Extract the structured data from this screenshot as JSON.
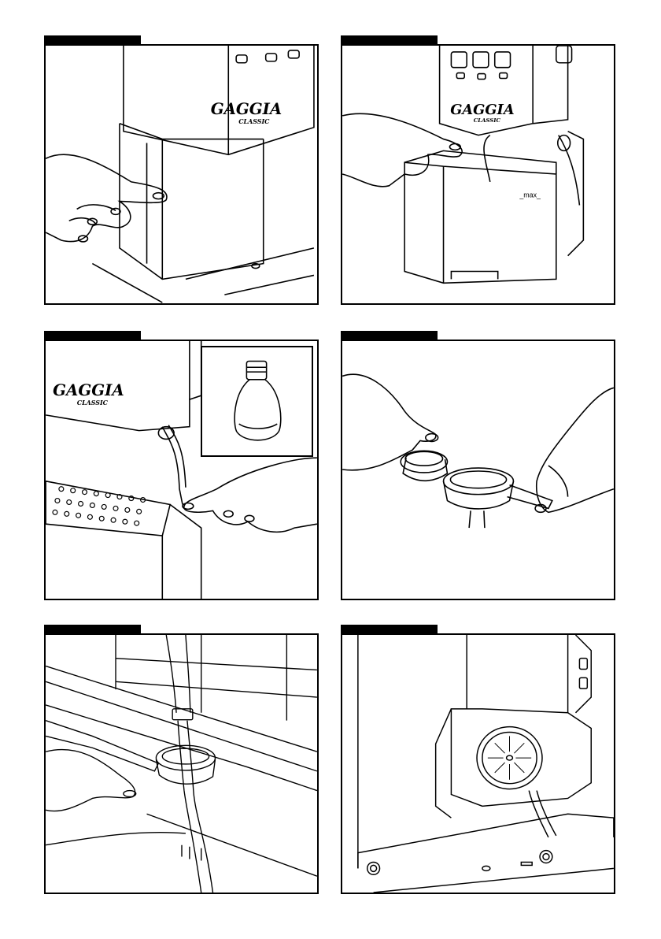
{
  "brand": {
    "logo_main": "GAGGIA",
    "logo_sub": "CLASSIC"
  },
  "tank": {
    "max_label": "_max_"
  },
  "icons": {
    "panel1": "hand-lift-water-tank-lid-icon",
    "panel2": "hand-remove-water-tank-icon",
    "panel3": "hand-steam-wand-icon",
    "panel3_inset": "steam-nozzle-tip-icon",
    "panel4": "portafilter-filter-basket-icon",
    "panel5": "rinse-portafilter-under-tap-icon",
    "panel6": "brew-group-shower-screen-icon"
  }
}
